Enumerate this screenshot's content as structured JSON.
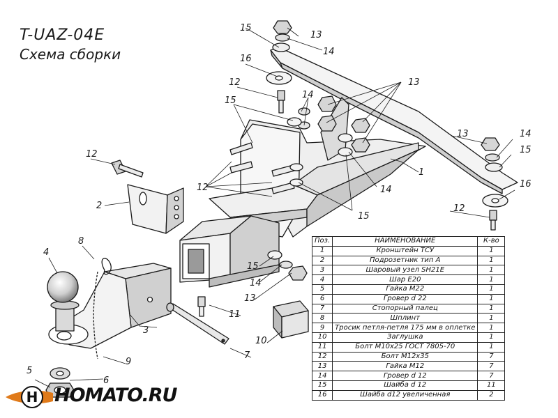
{
  "title": {
    "code": "T-UAZ-04E",
    "subtitle": "Схема сборки"
  },
  "callouts": [
    "1",
    "2",
    "3",
    "4",
    "5",
    "6",
    "7",
    "8",
    "9",
    "10",
    "11",
    "12",
    "13",
    "14",
    "15",
    "16"
  ],
  "table": {
    "headers": {
      "pos": "Поз.",
      "name": "НАИМЕНОВАНИЕ",
      "qty": "К-во"
    },
    "rows": [
      {
        "pos": "1",
        "name": "Кронштейн ТСУ",
        "qty": "1"
      },
      {
        "pos": "2",
        "name": "Подрозетник тип А",
        "qty": "1"
      },
      {
        "pos": "3",
        "name": "Шаровый узел SH21E",
        "qty": "1"
      },
      {
        "pos": "4",
        "name": "Шар E20",
        "qty": "1"
      },
      {
        "pos": "5",
        "name": "Гайка М22",
        "qty": "1"
      },
      {
        "pos": "6",
        "name": "Гровер d 22",
        "qty": "1"
      },
      {
        "pos": "7",
        "name": "Стопорный палец",
        "qty": "1"
      },
      {
        "pos": "8",
        "name": "Шплинт",
        "qty": "1"
      },
      {
        "pos": "9",
        "name": "Тросик петля-петля 175 мм в оплетке",
        "qty": "1"
      },
      {
        "pos": "10",
        "name": "Заглушка",
        "qty": "1"
      },
      {
        "pos": "11",
        "name": "Болт М10х25 ГОСТ 7805-70",
        "qty": "1"
      },
      {
        "pos": "12",
        "name": "Болт М12х35",
        "qty": "7"
      },
      {
        "pos": "13",
        "name": "Гайка М12",
        "qty": "7"
      },
      {
        "pos": "14",
        "name": "Гровер d 12",
        "qty": "7"
      },
      {
        "pos": "15",
        "name": "Шайба d 12",
        "qty": "11"
      },
      {
        "pos": "16",
        "name": "Шайба d12 увеличенная",
        "qty": "2"
      }
    ]
  },
  "logo": {
    "text": "HOMATO.RU",
    "accent": "#e07a1a"
  },
  "colors": {
    "line": "#1a1a1a",
    "fill": "#f2f2f2",
    "shade": "#c8c8c8",
    "dark": "#8a8a8a"
  }
}
